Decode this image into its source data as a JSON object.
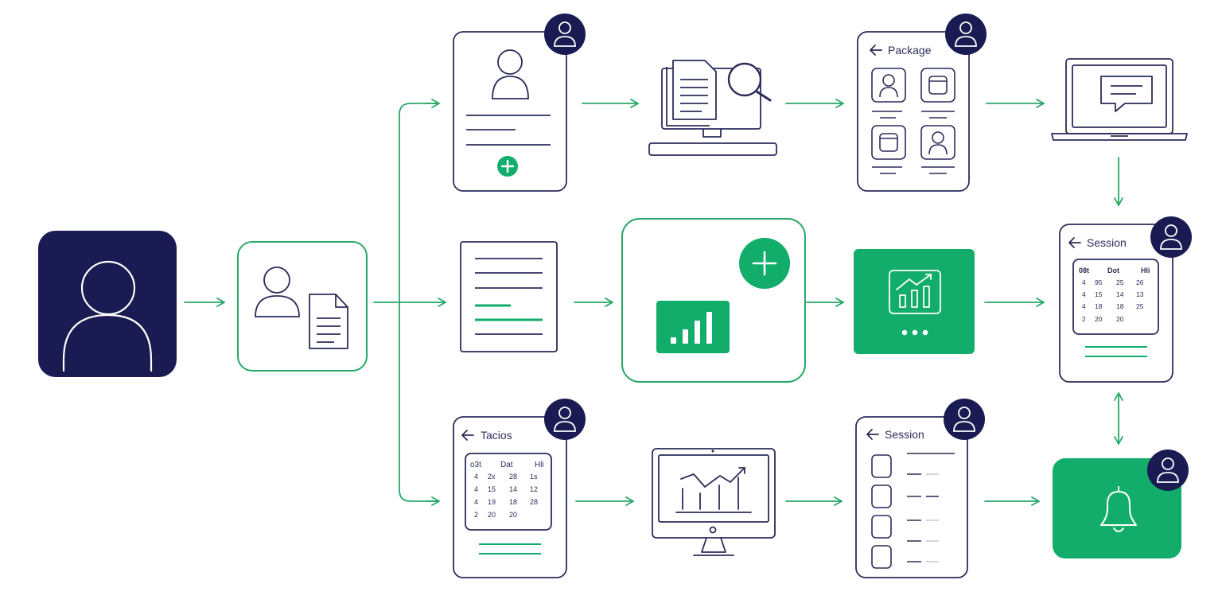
{
  "colors": {
    "navy": "#1a1b52",
    "green": "#12ad6a",
    "line": "#2b2d59",
    "arrow": "#27a866",
    "white": "#ffffff",
    "light_line": "#c9ccd6"
  },
  "icons": [
    "user-icon",
    "user-document-icon",
    "document-icon",
    "add-icon",
    "magnifier-icon",
    "desktop-monitor-icon",
    "bar-chart-icon",
    "growth-chart-icon",
    "more-dots-icon",
    "chat-bubble-icon",
    "laptop-icon",
    "calendar-icon",
    "bell-icon",
    "back-arrow-icon"
  ],
  "package_card": {
    "title": "Package"
  },
  "session_card_right": {
    "title": "Session",
    "calendar": {
      "headers": [
        "08t",
        "Dot",
        "Hli"
      ],
      "rows": [
        [
          "4",
          "95",
          "25",
          "26"
        ],
        [
          "4",
          "15",
          "14",
          "13"
        ],
        [
          "4",
          "18",
          "18",
          "25"
        ],
        [
          "2",
          "20",
          "20"
        ]
      ]
    }
  },
  "tacios_card": {
    "title": "Tacios",
    "calendar": {
      "headers": [
        "o3t",
        "Dat",
        "Hli"
      ],
      "rows": [
        [
          "4",
          "2x",
          "28",
          "1s"
        ],
        [
          "4",
          "15",
          "14",
          "12"
        ],
        [
          "4",
          "19",
          "18",
          "28"
        ],
        [
          "2",
          "20",
          "20"
        ]
      ]
    }
  },
  "session_card_bottom": {
    "title": "Session"
  }
}
